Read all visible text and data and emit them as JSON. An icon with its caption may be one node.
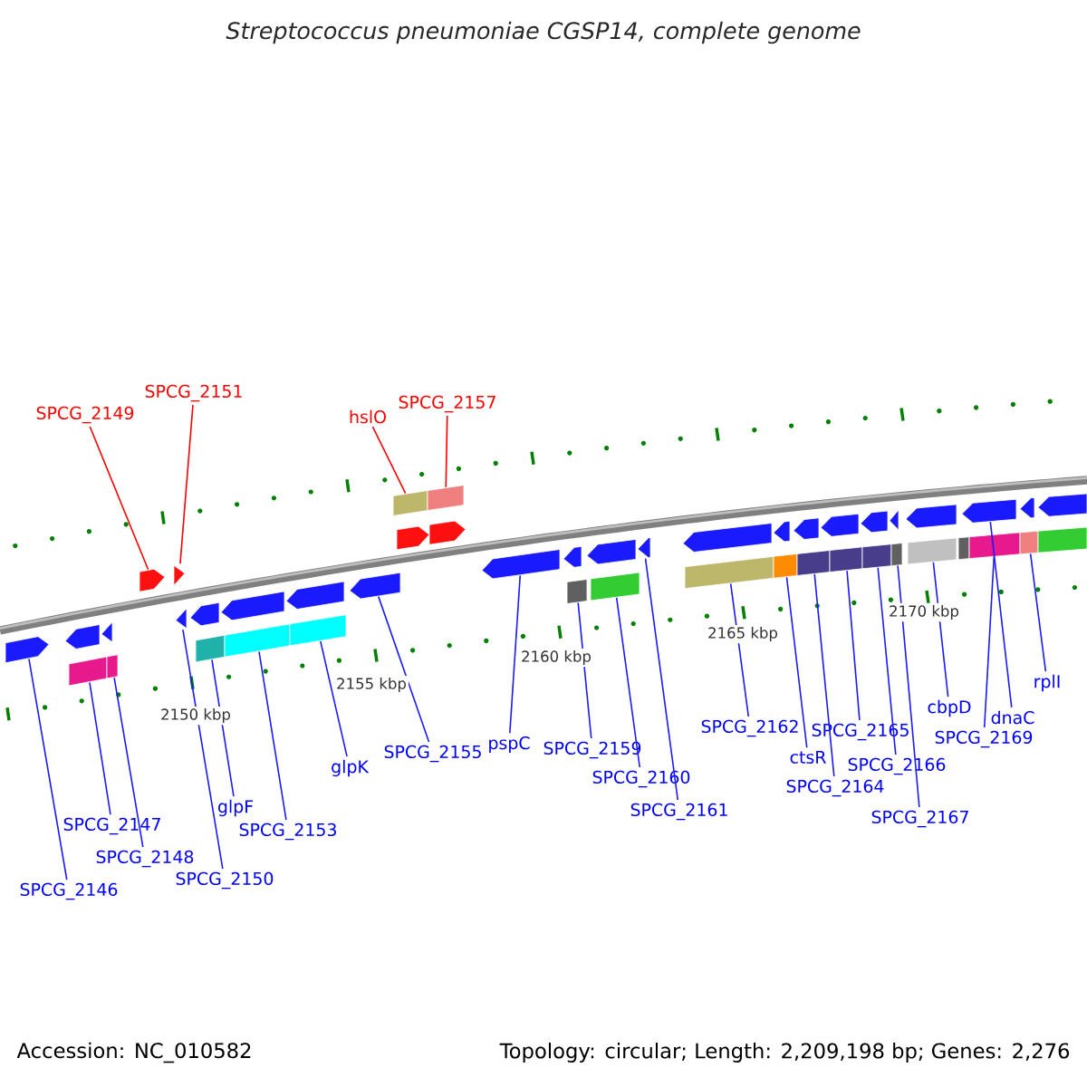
{
  "diagram": {
    "title": "Streptococcus pneumoniae CGSP14, complete genome",
    "nodes": [
      {
        "text": [
          "SPCG_2149"
        ]
      },
      {
        "text": [
          "SPCG_2151"
        ]
      },
      {
        "text": [
          "hslO"
        ]
      },
      {
        "text": [
          "SPCG_2157"
        ]
      },
      {
        "text": [
          "SPCG_2146"
        ]
      },
      {
        "text": [
          "SPCG_2147"
        ]
      },
      {
        "text": [
          "SPCG_2148"
        ]
      },
      {
        "text": [
          "SPCG_2150"
        ]
      },
      {
        "text": [
          "glpF"
        ]
      },
      {
        "text": [
          "SPCG_2153"
        ]
      },
      {
        "text": [
          "glpK"
        ]
      },
      {
        "text": [
          "SPCG_2155"
        ]
      },
      {
        "text": [
          "pspC"
        ]
      },
      {
        "text": [
          "SPCG_2159"
        ]
      },
      {
        "text": [
          "SPCG_2160"
        ]
      },
      {
        "text": [
          "SPCG_2161"
        ]
      },
      {
        "text": [
          "SPCG_2162"
        ]
      },
      {
        "text": [
          "ctsR"
        ]
      },
      {
        "text": [
          "SPCG_2164"
        ]
      },
      {
        "text": [
          "SPCG_2165"
        ]
      },
      {
        "text": [
          "SPCG_2166"
        ]
      },
      {
        "text": [
          "SPCG_2167"
        ]
      },
      {
        "text": [
          "cbpD"
        ]
      },
      {
        "text": [
          "SPCG_2169"
        ]
      },
      {
        "text": [
          "dnaC"
        ]
      },
      {
        "text": [
          "rplI"
        ]
      },
      {
        "text": [],
        "shape": "pentagon"
      },
      {
        "text": [],
        "shape": "pentagon"
      },
      {
        "text": [],
        "shape": "pentagon"
      },
      {
        "text": [],
        "shape": "pentagon"
      },
      {
        "text": [],
        "shape": "bar"
      },
      {
        "text": [],
        "shape": "bar"
      },
      {
        "text": [],
        "shape": "pentagon"
      },
      {
        "text": [],
        "shape": "pentagon"
      },
      {
        "text": [],
        "shape": "pentagon"
      },
      {
        "text": [],
        "shape": "pentagon"
      },
      {
        "text": [],
        "shape": "pentagon"
      },
      {
        "text": [],
        "shape": "pentagon"
      },
      {
        "text": [],
        "shape": "pentagon"
      },
      {
        "text": [],
        "shape": "pentagon"
      },
      {
        "text": [],
        "shape": "pentagon"
      },
      {
        "text": [],
        "shape": "pentagon"
      },
      {
        "text": [],
        "shape": "pentagon"
      },
      {
        "text": [],
        "shape": "pentagon"
      },
      {
        "text": [],
        "shape": "pentagon"
      },
      {
        "text": [],
        "shape": "pentagon"
      },
      {
        "text": [],
        "shape": "pentagon"
      },
      {
        "text": [],
        "shape": "pentagon"
      },
      {
        "text": [],
        "shape": "pentagon"
      },
      {
        "text": [],
        "shape": "pentagon"
      },
      {
        "text": [],
        "shape": "pentagon"
      },
      {
        "text": [],
        "shape": "pentagon"
      },
      {
        "text": [],
        "shape": "pentagon"
      },
      {
        "text": [],
        "shape": "pentagon"
      },
      {
        "text": [],
        "shape": "bar"
      },
      {
        "text": [],
        "shape": "bar"
      },
      {
        "text": [],
        "shape": "bar"
      },
      {
        "text": [],
        "shape": "bar"
      },
      {
        "text": [],
        "shape": "bar"
      },
      {
        "text": [],
        "shape": "bar"
      },
      {
        "text": [],
        "shape": "bar"
      },
      {
        "text": [],
        "shape": "bar"
      },
      {
        "text": [],
        "shape": "bar"
      },
      {
        "text": [],
        "shape": "bar"
      },
      {
        "text": [],
        "shape": "bar"
      },
      {
        "text": [],
        "shape": "bar"
      },
      {
        "text": [],
        "shape": "bar"
      },
      {
        "text": [],
        "shape": "bar"
      },
      {
        "text": [],
        "shape": "bar"
      },
      {
        "text": [],
        "shape": "bar"
      },
      {
        "text": [],
        "shape": "bar"
      },
      {
        "text": [],
        "shape": "bar"
      }
    ],
    "edges": [
      {
        "from": 0,
        "to": 26,
        "arrow": "none",
        "color": "#ff0000"
      },
      {
        "from": 1,
        "to": 27,
        "arrow": "none",
        "color": "#ff0000"
      },
      {
        "from": 2,
        "to": 30,
        "arrow": "none",
        "color": "#ff0000"
      },
      {
        "from": 3,
        "to": 31,
        "arrow": "none",
        "color": "#ff0000"
      },
      {
        "from": 4,
        "to": 32,
        "arrow": "none"
      },
      {
        "from": 5,
        "to": 54,
        "arrow": "none"
      },
      {
        "from": 6,
        "to": 55,
        "arrow": "none"
      },
      {
        "from": 7,
        "to": 35,
        "arrow": "none"
      },
      {
        "from": 8,
        "to": 56,
        "arrow": "none"
      },
      {
        "from": 9,
        "to": 57,
        "arrow": "none"
      },
      {
        "from": 10,
        "to": 58,
        "arrow": "none"
      },
      {
        "from": 11,
        "to": 39,
        "arrow": "none"
      },
      {
        "from": 12,
        "to": 40,
        "arrow": "none"
      },
      {
        "from": 13,
        "to": 59,
        "arrow": "none"
      },
      {
        "from": 14,
        "to": 60,
        "arrow": "none"
      },
      {
        "from": 15,
        "to": 43,
        "arrow": "none"
      },
      {
        "from": 16,
        "to": 61,
        "arrow": "none"
      },
      {
        "from": 17,
        "to": 62,
        "arrow": "none"
      },
      {
        "from": 18,
        "to": 63,
        "arrow": "none"
      },
      {
        "from": 19,
        "to": 64,
        "arrow": "none"
      },
      {
        "from": 20,
        "to": 65,
        "arrow": "none"
      },
      {
        "from": 21,
        "to": 66,
        "arrow": "none"
      },
      {
        "from": 22,
        "to": 67,
        "arrow": "none"
      },
      {
        "from": 23,
        "to": 69,
        "arrow": "none"
      },
      {
        "from": 24,
        "to": 51,
        "arrow": "none"
      },
      {
        "from": 25,
        "to": 70,
        "arrow": "none"
      }
    ],
    "labels": [
      "2150 kbp",
      "2155 kbp",
      "2160 kbp",
      "2165 kbp",
      "2170 kbp",
      "Accession: NC_010582",
      "Topology: circular; Length: 2,209,198 bp; Genes: 2,276"
    ]
  }
}
